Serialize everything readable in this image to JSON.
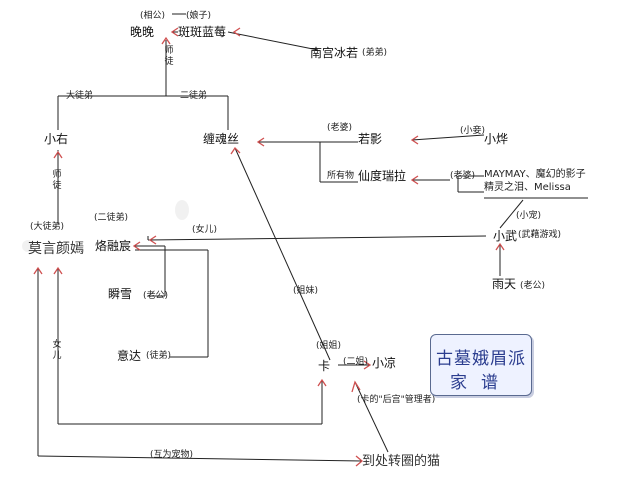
{
  "people": {
    "wanwan": "晚晚",
    "banban": "斑斑蓝莓",
    "nangong": "南宫冰若",
    "xiaoyou": "小右",
    "chanhunsi": "缠魂丝",
    "ruoying": "若影",
    "xiaoye": "小烨",
    "xiandu": "仙度瑞拉",
    "maymay": "MAYMAY、魔幻的影子",
    "jingling": "精灵之泪、Melissa",
    "moyan": "莫言颜嫣",
    "rongrong": "烙融宸",
    "xiaowu": "小武",
    "shunxue": "瞬雪",
    "yutian": "雨天",
    "yida": "意达",
    "ka": "卡",
    "xiaoliang": "小凉",
    "cat": "到处转圈的猫"
  },
  "tags": {
    "xianggong": "(相公)",
    "niangzi": "(娘子)",
    "didi": "(弟弟)",
    "shitu": "师徒",
    "dadi": "大徒弟",
    "erdi": "二徒弟",
    "laopo1": "(老婆)",
    "xiaoqie": "(小妾)",
    "suoyouwu": "所有物",
    "laopo2": "(老婆)",
    "shitu2": "师徒",
    "dadi2": "(大徒弟)",
    "erdi2": "(二徒弟)",
    "nver": "(女儿)",
    "wuji": "(武藉游戏)",
    "xiaochong": "(小宠)",
    "laogong1": "(老公)",
    "laogong2": "(老公)",
    "nver_v": "女儿",
    "tudi": "(徒弟)",
    "jiemei": "(姐妹)",
    "jiejie": "(姐姐)",
    "erjie": "(二姐)",
    "houtong": "(卡的\"后宫\"管理者)",
    "huwei": "(互为宠物)"
  },
  "title": {
    "line1": "古墓娥眉派",
    "line2": "家谱"
  },
  "colors": {
    "line": "#222222",
    "arrow": "#d05050",
    "title": "#2b3d8f"
  }
}
